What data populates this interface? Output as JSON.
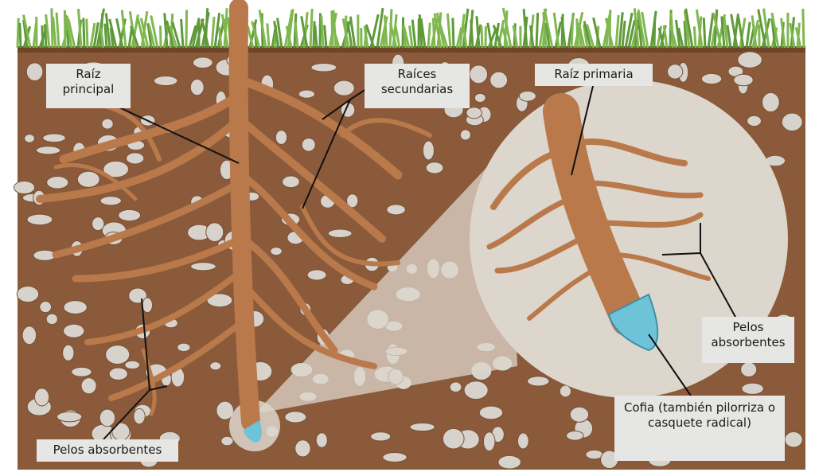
{
  "labels": {
    "main_root": "Raíz principal",
    "secondary_roots": "Raíces secundarias",
    "primary_root": "Raíz primaria",
    "root_hairs_right": "Pelos absorbentes",
    "root_cap": "Cofia (también pilorriza o casquete radical)",
    "root_hairs_left": "Pelos absorbentes"
  },
  "colors": {
    "soil": "#8a5a3a",
    "grass": "#5f9a3a",
    "root": "#b9794a",
    "stone": "#d7d3cc",
    "magnifier": "#ddd6cc",
    "cap": "#6fc3d9"
  }
}
